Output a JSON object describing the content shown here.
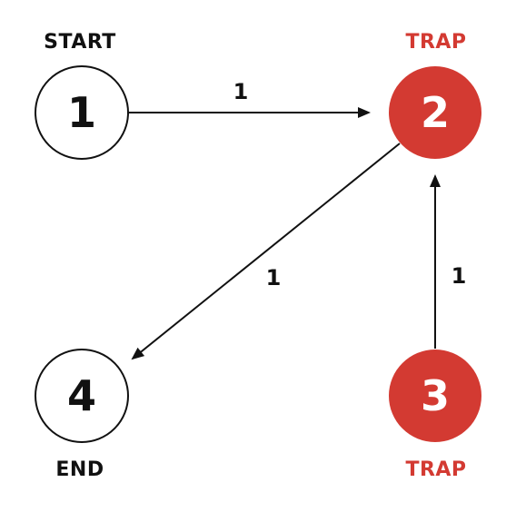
{
  "colors": {
    "trap": "#d33a32",
    "normal_fill": "#ffffff",
    "stroke": "#111111",
    "trap_text": "#ffffff",
    "normal_text": "#111111",
    "trap_label": "#d33a32",
    "normal_label": "#111111"
  },
  "nodes": [
    {
      "id": "1",
      "label": "1",
      "role": "START",
      "type": "normal"
    },
    {
      "id": "2",
      "label": "2",
      "role": "TRAP",
      "type": "trap"
    },
    {
      "id": "3",
      "label": "3",
      "role": "TRAP",
      "type": "trap"
    },
    {
      "id": "4",
      "label": "4",
      "role": "END",
      "type": "normal"
    }
  ],
  "edges": [
    {
      "from": "1",
      "to": "2",
      "weight": "1"
    },
    {
      "from": "2",
      "to": "4",
      "weight": "1"
    },
    {
      "from": "3",
      "to": "2",
      "weight": "1"
    }
  ]
}
